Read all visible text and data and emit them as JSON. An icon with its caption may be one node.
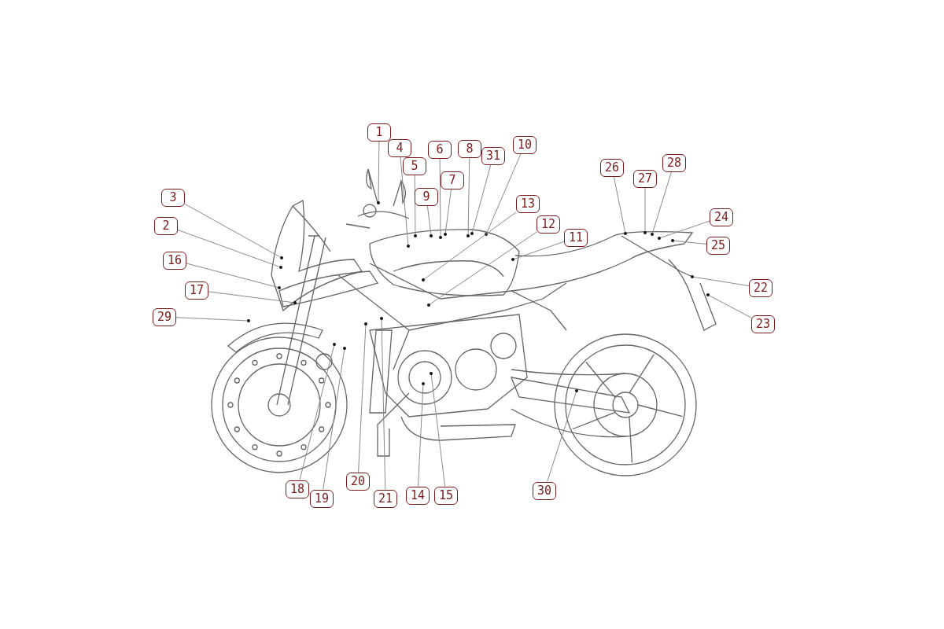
{
  "diagram": {
    "nodes": [
      {
        "text": [
          "1"
        ]
      },
      {
        "text": [
          "2"
        ]
      },
      {
        "text": [
          "3"
        ]
      },
      {
        "text": [
          "4"
        ]
      },
      {
        "text": [
          "5"
        ]
      },
      {
        "text": [
          "6"
        ]
      },
      {
        "text": [
          "7"
        ]
      },
      {
        "text": [
          "8"
        ]
      },
      {
        "text": [
          "9"
        ]
      },
      {
        "text": [
          "10"
        ]
      },
      {
        "text": [
          "11"
        ]
      },
      {
        "text": [
          "12"
        ]
      },
      {
        "text": [
          "13"
        ]
      },
      {
        "text": [
          "14"
        ]
      },
      {
        "text": [
          "15"
        ]
      },
      {
        "text": [
          "16"
        ]
      },
      {
        "text": [
          "17"
        ]
      },
      {
        "text": [
          "18"
        ]
      },
      {
        "text": [
          "19"
        ]
      },
      {
        "text": [
          "20"
        ]
      },
      {
        "text": [
          "21"
        ]
      },
      {
        "text": [
          "22"
        ]
      },
      {
        "text": [
          "23"
        ]
      },
      {
        "text": [
          "24"
        ]
      },
      {
        "text": [
          "25"
        ]
      },
      {
        "text": [
          "26"
        ]
      },
      {
        "text": [
          "27"
        ]
      },
      {
        "text": [
          "28"
        ]
      },
      {
        "text": [
          "29"
        ]
      },
      {
        "text": [
          "30"
        ]
      },
      {
        "text": [
          "31"
        ]
      }
    ],
    "edges": [
      {
        "from": 0,
        "to": null,
        "arrow": "other"
      },
      {
        "from": 1,
        "to": null,
        "arrow": "other"
      },
      {
        "from": 2,
        "to": null,
        "arrow": "other"
      },
      {
        "from": 3,
        "to": null,
        "arrow": "other"
      },
      {
        "from": 4,
        "to": null,
        "arrow": "other"
      },
      {
        "from": 5,
        "to": null,
        "arrow": "other"
      },
      {
        "from": 6,
        "to": null,
        "arrow": "other"
      },
      {
        "from": 7,
        "to": null,
        "arrow": "other"
      },
      {
        "from": 8,
        "to": null,
        "arrow": "other"
      },
      {
        "from": 9,
        "to": null,
        "arrow": "other"
      },
      {
        "from": 10,
        "to": null,
        "arrow": "other"
      },
      {
        "from": 11,
        "to": null,
        "arrow": "other"
      },
      {
        "from": 12,
        "to": null,
        "arrow": "other"
      },
      {
        "from": 13,
        "to": null,
        "arrow": "other"
      },
      {
        "from": 14,
        "to": null,
        "arrow": "other"
      },
      {
        "from": 15,
        "to": null,
        "arrow": "other"
      },
      {
        "from": 16,
        "to": null,
        "arrow": "other"
      },
      {
        "from": 17,
        "to": null,
        "arrow": "other"
      },
      {
        "from": 18,
        "to": null,
        "arrow": "other"
      },
      {
        "from": 19,
        "to": null,
        "arrow": "other"
      },
      {
        "from": 20,
        "to": null,
        "arrow": "other"
      },
      {
        "from": 21,
        "to": null,
        "arrow": "other"
      },
      {
        "from": 22,
        "to": null,
        "arrow": "other"
      },
      {
        "from": 23,
        "to": null,
        "arrow": "other"
      },
      {
        "from": 24,
        "to": null,
        "arrow": "other"
      },
      {
        "from": 25,
        "to": null,
        "arrow": "other"
      },
      {
        "from": 26,
        "to": null,
        "arrow": "other"
      },
      {
        "from": 27,
        "to": null,
        "arrow": "other"
      },
      {
        "from": 28,
        "to": null,
        "arrow": "other"
      },
      {
        "from": 29,
        "to": null,
        "arrow": "other"
      },
      {
        "from": 30,
        "to": null,
        "arrow": "other"
      }
    ]
  }
}
